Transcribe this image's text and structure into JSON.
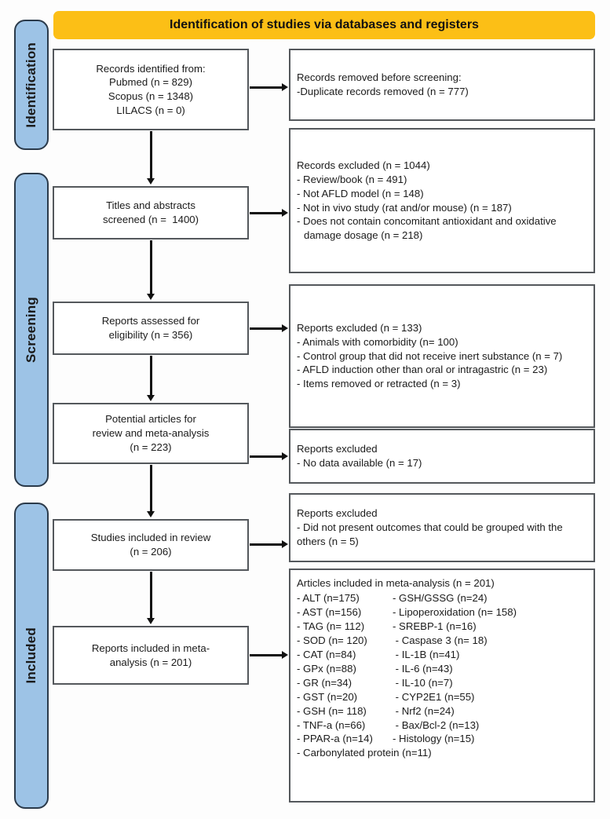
{
  "banner": {
    "title": "Identification of studies via databases and registers",
    "color": "#fcbf16"
  },
  "phases": [
    {
      "key": "identification",
      "label": "Identification"
    },
    {
      "key": "screening",
      "label": "Screening"
    },
    {
      "key": "included",
      "label": "Included"
    }
  ],
  "phase_color": "#9dc3e6",
  "left_boxes": {
    "records_identified": {
      "l1": "Records identified from:",
      "l2": "Pubmed (n = 829)",
      "l3": "Scopus (n = 1348)",
      "l4": "LILACS (n = 0)"
    },
    "titles_screened": {
      "l1": "Titles and abstracts",
      "l2": "screened (n =  1400)"
    },
    "reports_eligibility": {
      "l1": "Reports assessed for",
      "l2": "eligibility (n = 356)"
    },
    "potential_articles": {
      "l1": "Potential articles for",
      "l2": "review and meta-analysis",
      "l3": "(n = 223)"
    },
    "studies_in_review": {
      "l1": "Studies included in review",
      "l2": "(n = 206)"
    },
    "reports_in_meta": {
      "l1": "Reports included in meta-",
      "l2": "analysis (n = 201)"
    }
  },
  "right_boxes": {
    "removed_before_screening": {
      "l1": "Records removed before screening:",
      "l2": "-Duplicate records removed (n  = 777)"
    },
    "records_excluded": {
      "l1": "Records excluded (n =  1044)",
      "b1": "- Review/book (n =  491)",
      "b2": "- Not AFLD model (n =  148)",
      "b3": "- Not in vivo study (rat and/or mouse) (n = 187)",
      "b4": "- Does not contain concomitant antioxidant and oxidative damage dosage (n = 218)"
    },
    "reports_excluded_eligibility": {
      "l1": "Reports excluded (n =  133)",
      "b1": "- Animals with comorbidity (n= 100)",
      "b2": "- Control group that did not receive inert substance (n = 7)",
      "b3": "- AFLD induction other than oral or intragastric (n = 23)",
      "b4": "- Items removed or retracted (n = 3)"
    },
    "reports_excluded_nodata": {
      "l1": "Reports excluded",
      "l2": "- No data available (n = 17)"
    },
    "reports_excluded_outcomes": {
      "l1": "Reports excluded",
      "l2": "- Did not present outcomes that could be grouped with the others (n = 5)"
    },
    "articles_in_meta": {
      "title": "Articles included in meta-analysis (n = 201)",
      "rows": [
        {
          "left": "- ALT (n=175)",
          "right": "- GSH/GSSG (n=24)"
        },
        {
          "left": "- AST (n=156)",
          "right": "- Lipoperoxidation (n= 158)"
        },
        {
          "left": "- TAG (n= 112)",
          "right": "- SREBP-1 (n=16)"
        },
        {
          "left": "- SOD (n= 120)",
          "right": " - Caspase 3 (n= 18)"
        },
        {
          "left": "- CAT (n=84)",
          "right": " - IL-1B (n=41)"
        },
        {
          "left": "- GPx (n=88)",
          "right": " - IL-6 (n=43)"
        },
        {
          "left": "- GR (n=34)",
          "right": " - IL-10 (n=7)"
        },
        {
          "left": "- GST (n=20)",
          "right": " - CYP2E1 (n=55)"
        },
        {
          "left": "- GSH (n= 118)",
          "right": " - Nrf2 (n=24)"
        },
        {
          "left": "- TNF-a (n=66)",
          "right": " - Bax/Bcl-2 (n=13)"
        },
        {
          "left": "- PPAR-a (n=14)",
          "right": "- Histology (n=15)"
        }
      ],
      "last_row": "- Carbonylated protein (n=11)"
    }
  }
}
